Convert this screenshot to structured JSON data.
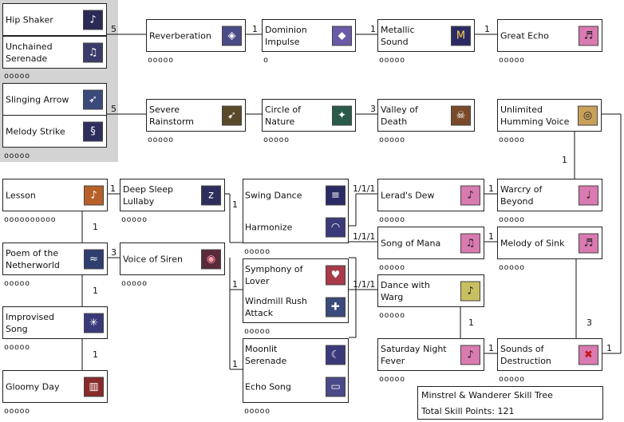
{
  "info": {
    "title": "Minstrel & Wanderer Skill Tree",
    "points": "Total Skill Points: 121"
  },
  "skills": {
    "hip_shaker": {
      "label": "Hip Shaker"
    },
    "unchained": {
      "label": "Unchained Serenade"
    },
    "slinging": {
      "label": "Slinging Arrow"
    },
    "melody_strike": {
      "label": "Melody Strike"
    },
    "reverb": {
      "label": "Reverberation",
      "level": "ooooo"
    },
    "dominion": {
      "label": "Dominion Impulse",
      "level": "o"
    },
    "metallic": {
      "label": "Metallic Sound",
      "level": "ooooo"
    },
    "great_echo": {
      "label": "Great Echo",
      "level": "ooooo"
    },
    "severe": {
      "label": "Severe Rainstorm",
      "level": "ooooo"
    },
    "circle": {
      "label": "Circle of Nature",
      "level": "ooooo"
    },
    "valley": {
      "label": "Valley of Death",
      "level": "ooooo"
    },
    "unlimited": {
      "label": "Unlimited Humming Voice",
      "level": "ooooo"
    },
    "lesson": {
      "label": "Lesson",
      "level": "oooooooooo"
    },
    "deep_sleep": {
      "label": "Deep Sleep Lullaby",
      "level": "ooooo"
    },
    "swing": {
      "label": "Swing Dance"
    },
    "harmonize": {
      "label": "Harmonize"
    },
    "lerad": {
      "label": "Lerad's Dew",
      "level": "ooooo"
    },
    "warcry": {
      "label": "Warcry of Beyond",
      "level": "ooooo"
    },
    "poem": {
      "label": "Poem of the Netherworld",
      "level": "ooooo"
    },
    "siren": {
      "label": "Voice of Siren",
      "level": "ooooo"
    },
    "mana": {
      "label": "Song of Mana",
      "level": "ooooo"
    },
    "sink": {
      "label": "Melody of Sink",
      "level": "ooooo"
    },
    "symphony": {
      "label": "Symphony of Lover"
    },
    "windmill": {
      "label": "Windmill Rush Attack"
    },
    "warg": {
      "label": "Dance with Warg",
      "level": "ooooo"
    },
    "improvised": {
      "label": "Improvised Song",
      "level": "ooooo"
    },
    "moonlit": {
      "label": "Moonlit Serenade"
    },
    "echo_song": {
      "label": "Echo Song",
      "level": "ooooo"
    },
    "saturday": {
      "label": "Saturday Night Fever",
      "level": "ooooo"
    },
    "sounds": {
      "label": "Sounds of Destruction",
      "level": "ooooo"
    },
    "gloomy": {
      "label": "Gloomy Day",
      "level": "ooooo"
    }
  },
  "groups": {
    "top_level": "ooooo",
    "second_level": "ooooo",
    "swing_level": "ooooo",
    "symphony_level": "ooooo"
  },
  "edges": {
    "e5a": "5",
    "e1a": "1",
    "e1b": "1",
    "e1c": "1",
    "e5b": "5",
    "e3a": "3",
    "e1d": "1",
    "e1e": "1",
    "e1f": "1",
    "e1g": "1",
    "e1h": "1",
    "e1i": "1",
    "e1j": "1",
    "e3b": "3",
    "e3c": "3",
    "e111a": "1/1/1",
    "e111b": "1/1/1",
    "e111c": "1/1/1",
    "e1k": "1",
    "e1l": "1",
    "e1m": "1",
    "e1n": "1",
    "e1o": "1",
    "e1p": "1"
  }
}
